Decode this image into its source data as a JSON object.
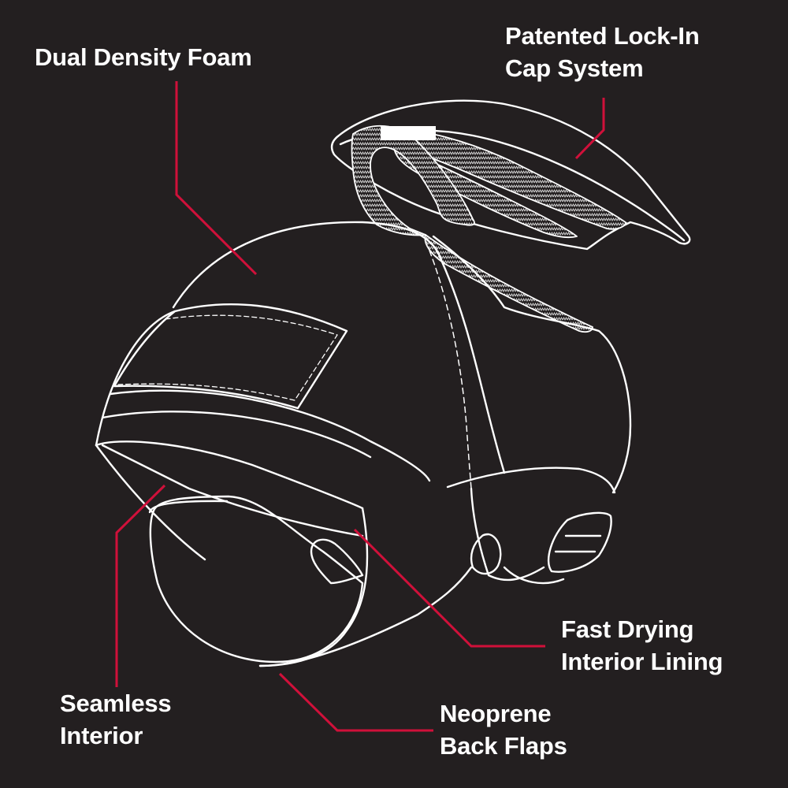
{
  "diagram": {
    "subject": "Protective headgear with removable cap",
    "background_color": "#231f20",
    "line_color": "#ffffff",
    "leader_color": "#d0103a",
    "callouts": [
      {
        "id": "foam",
        "lines": [
          "Dual Density Foam"
        ]
      },
      {
        "id": "cap",
        "lines": [
          "Patented Lock-In",
          "Cap System"
        ]
      },
      {
        "id": "seamless",
        "lines": [
          "Seamless",
          "Interior"
        ]
      },
      {
        "id": "neoprene",
        "lines": [
          "Neoprene",
          "Back Flaps"
        ]
      },
      {
        "id": "lining",
        "lines": [
          "Fast Drying",
          "Interior Lining"
        ]
      }
    ]
  }
}
